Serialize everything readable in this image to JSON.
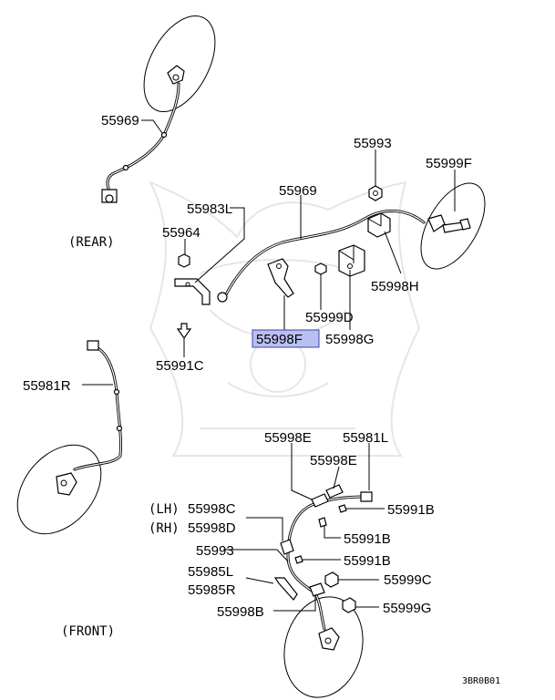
{
  "labels": {
    "rear_wire": "55969",
    "upper_wire": "55969",
    "nut_top": "55993",
    "bolt_right": "55999F",
    "bracket_l": "55983L",
    "clip_55964": "55964",
    "clamp_h": "55998H",
    "bolt_d": "55999D",
    "clamp_f": "55998F",
    "clamp_g": "55998G",
    "clip_c": "55991C",
    "front_wire_r": "55981R",
    "clamp_e1": "55998E",
    "front_wire_l": "55981L",
    "clamp_e2": "55998E",
    "clip_b1": "55991B",
    "clamp_c": "55998C",
    "clamp_d": "55998D",
    "clip_b2": "55991B",
    "nut_front": "55993",
    "clip_b3": "55991B",
    "bracket_fl": "55985L",
    "bolt_c": "55999C",
    "bracket_fr": "55985R",
    "bolt_g": "55999G",
    "clamp_b": "55998B"
  },
  "prefixes": {
    "lh": "(LH)",
    "rh": "(RH)"
  },
  "captions": {
    "rear": "(REAR)",
    "front": "(FRONT)"
  },
  "figure_code": "3BR0B01",
  "highlight_color": "#b9bff0"
}
